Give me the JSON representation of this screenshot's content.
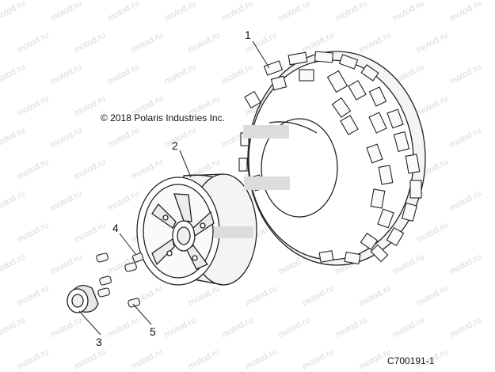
{
  "diagram": {
    "copyright": "© 2018 Polaris Industries Inc.",
    "figure_code": "C700191-1",
    "watermark_text": "motod.ru",
    "callouts": [
      {
        "id": "1",
        "part": "tire"
      },
      {
        "id": "2",
        "part": "wheel-rim"
      },
      {
        "id": "3",
        "part": "center-cap"
      },
      {
        "id": "4",
        "part": "valve-stem"
      },
      {
        "id": "5",
        "part": "lug-nut"
      }
    ],
    "colors": {
      "line": "#222222",
      "fill": "#ffffff",
      "shade": "#f2f2f2",
      "watermark": "#d9d9d9"
    }
  }
}
